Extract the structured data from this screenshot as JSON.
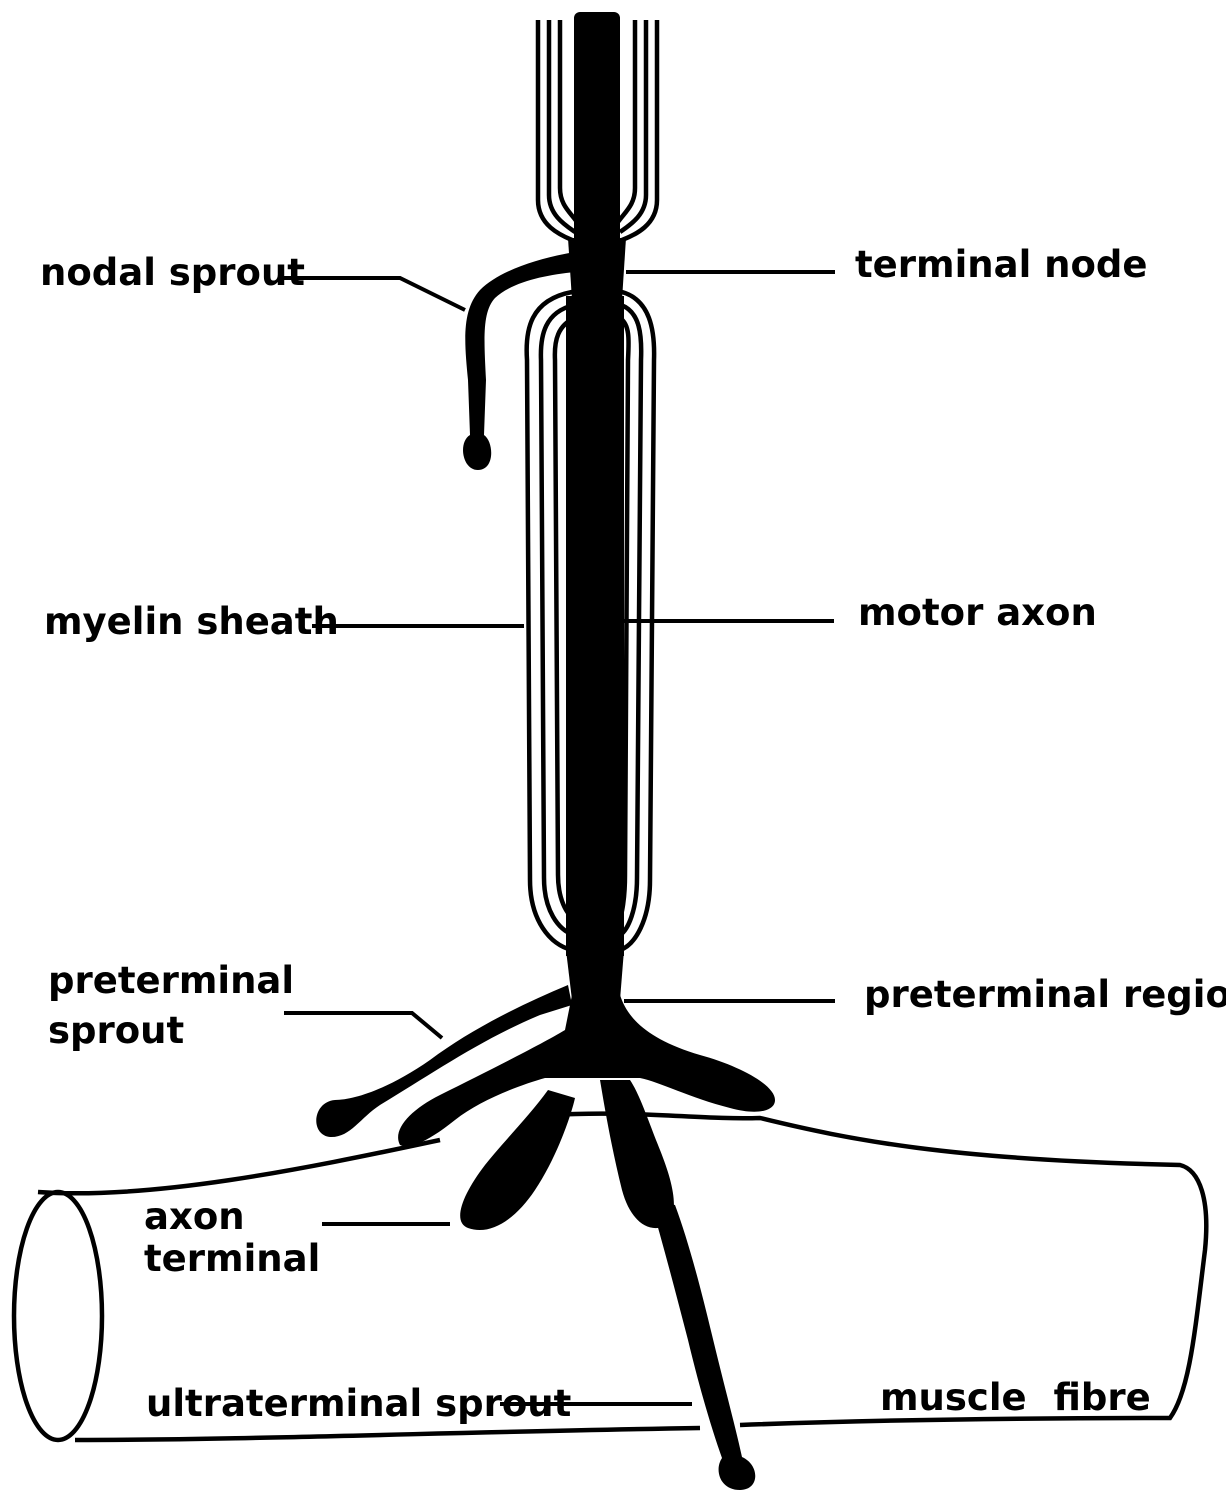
{
  "labels": {
    "nodal_sprout": "nodal sprout",
    "terminal_node": "terminal node",
    "myelin_sheath": "myelin sheath",
    "motor_axon": "motor axon",
    "preterminal_sprout_line1": "preterminal",
    "preterminal_sprout_line2": "sprout",
    "preterminal_region": "preterminal region",
    "axon_terminal_line1": "axon",
    "axon_terminal_line2": "terminal",
    "ultraterminal_sprout": "ultraterminal sprout",
    "muscle_fibre": "muscle fibre"
  },
  "colors": {
    "ink": "#000000",
    "background": "#ffffff"
  }
}
